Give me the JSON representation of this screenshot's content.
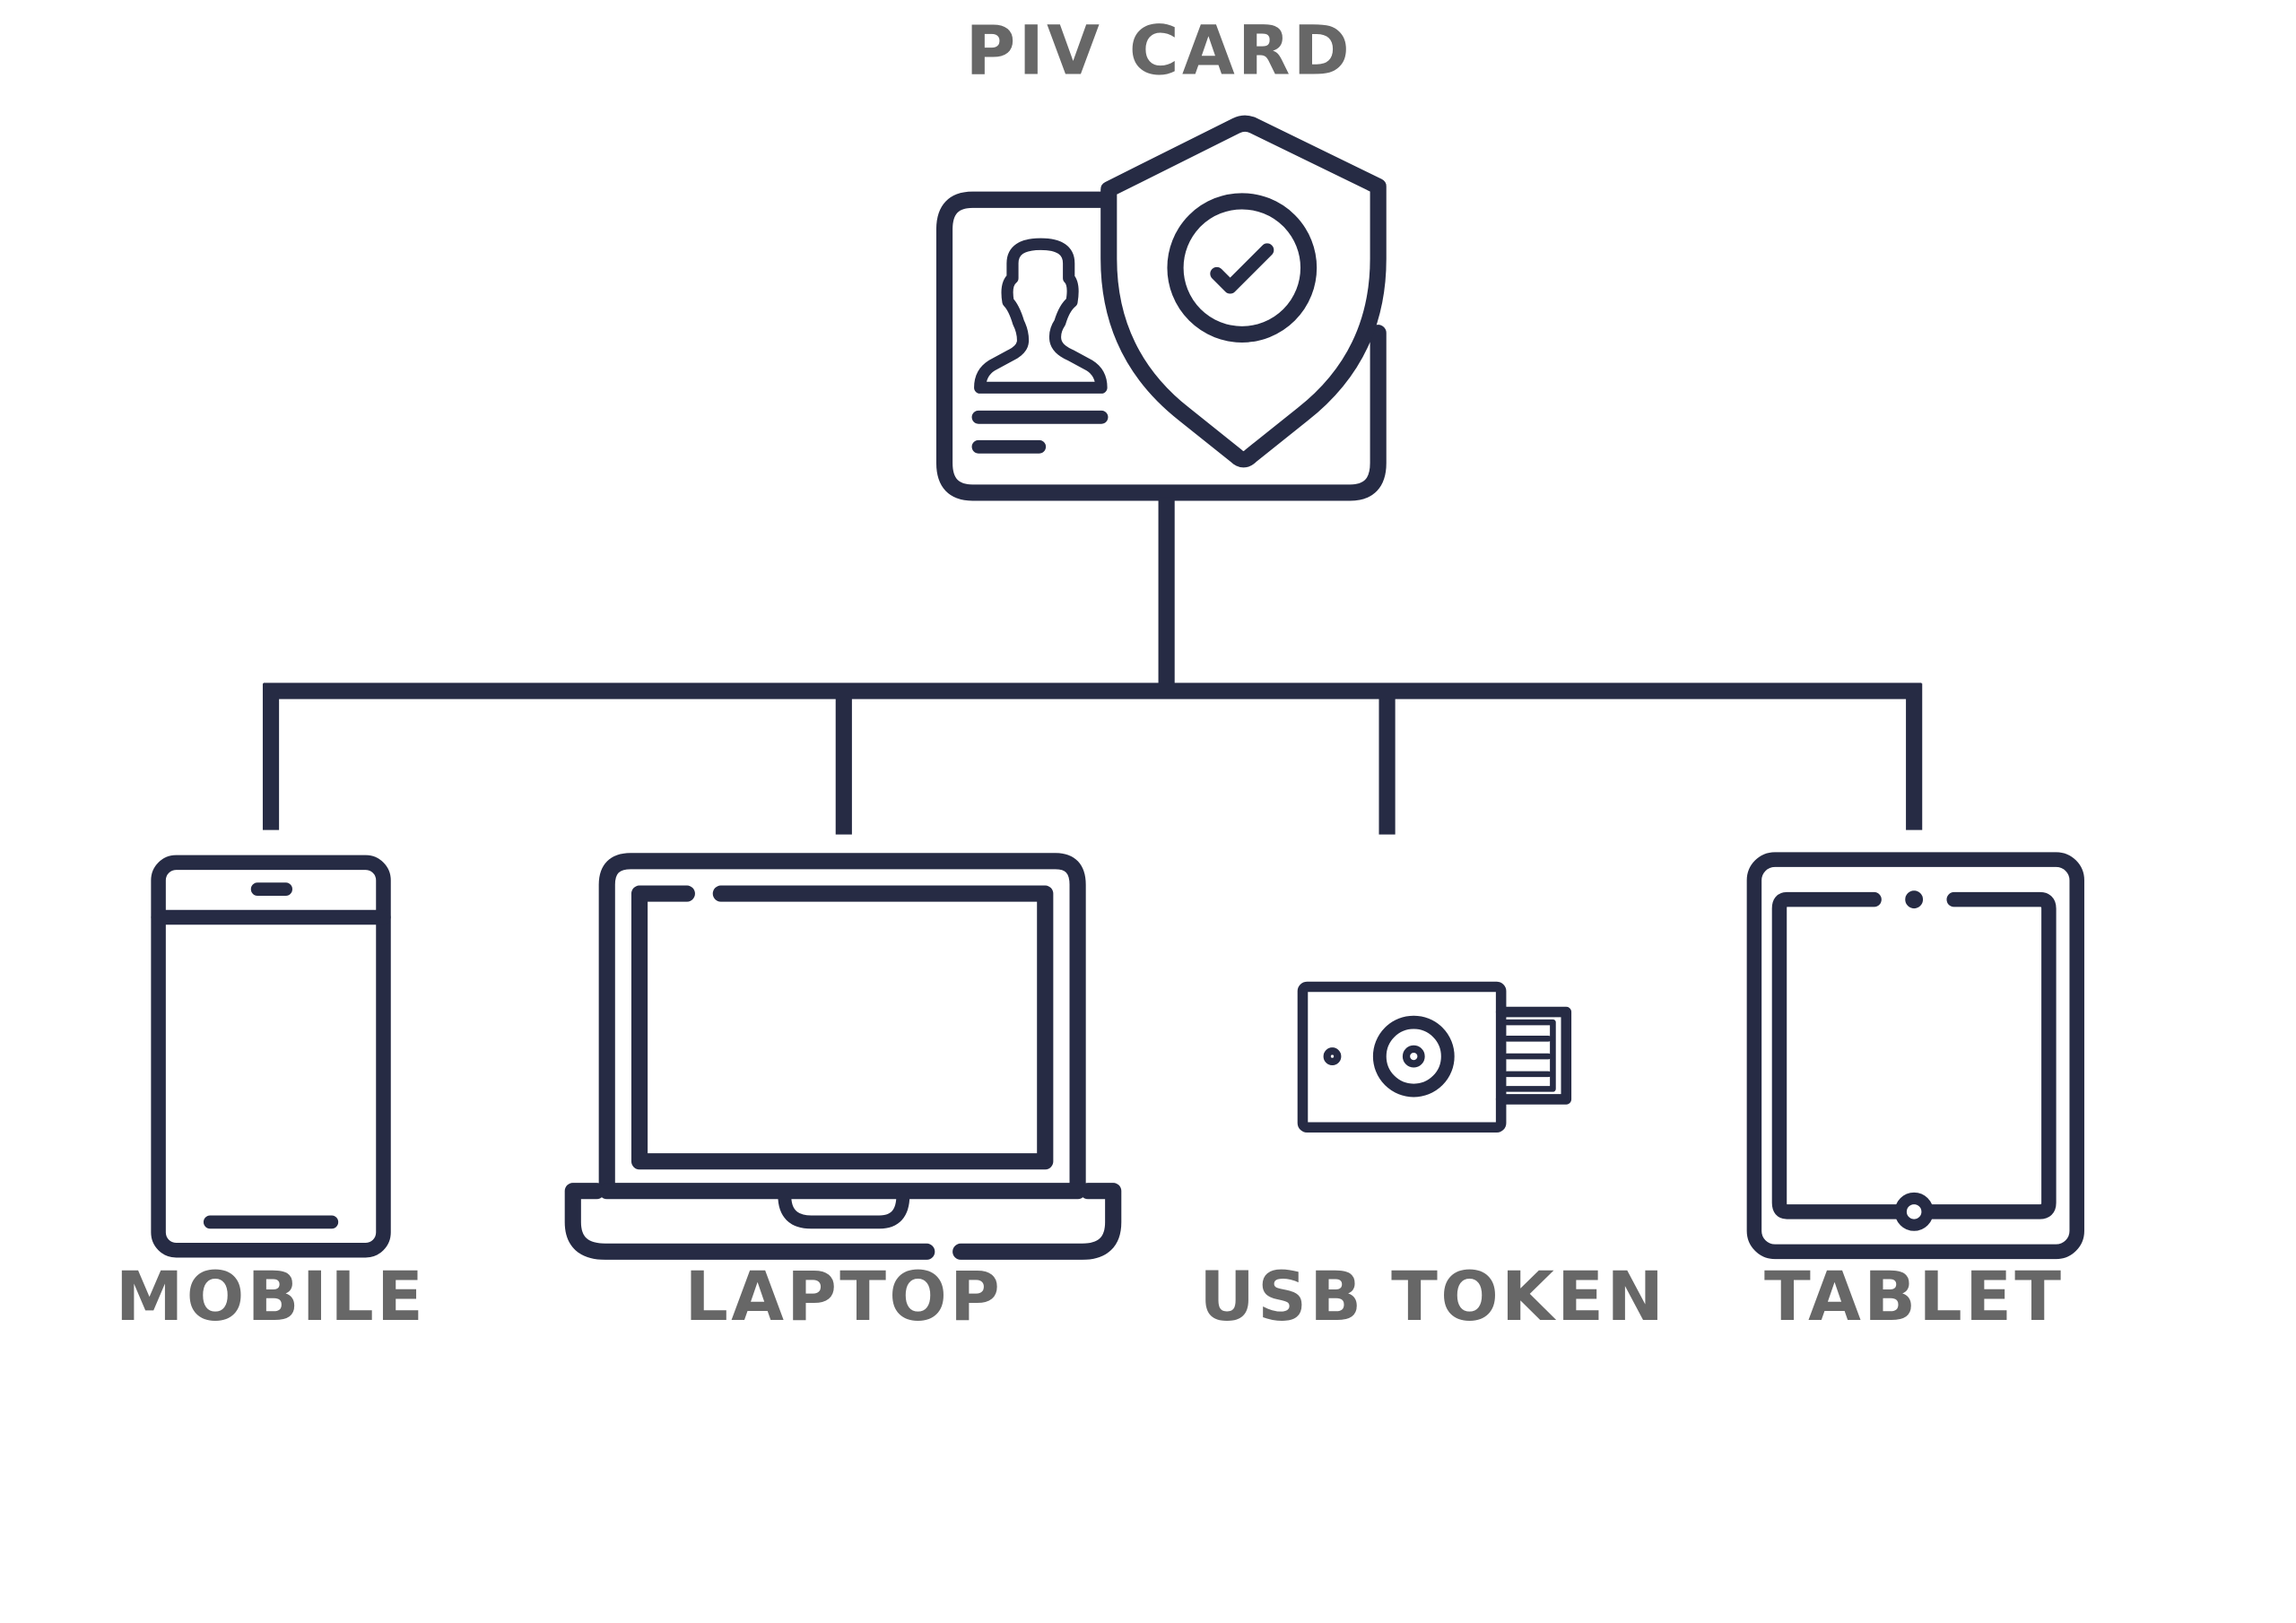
{
  "colors": {
    "ink": "#262b44",
    "label": "#676767",
    "background": "#ffffff"
  },
  "root": {
    "label": "PIV CARD",
    "icon": "id-card-shield-check-icon"
  },
  "devices": [
    {
      "label": "MOBILE",
      "icon": "mobile-phone-icon"
    },
    {
      "label": "LAPTOP",
      "icon": "laptop-icon"
    },
    {
      "label": "USB TOKEN",
      "icon": "usb-token-icon"
    },
    {
      "label": "TABLET",
      "icon": "tablet-icon"
    }
  ]
}
